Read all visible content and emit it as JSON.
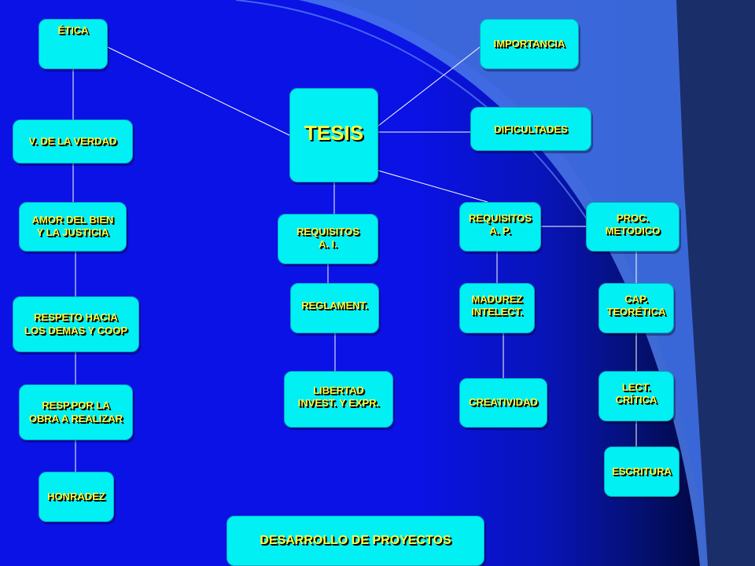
{
  "nodes": {
    "etica": "ÉTICA",
    "importancia": "IMPORTANCIA",
    "tesis": "TESIS",
    "dificultades": "DIFICULTADES",
    "verdad": "V. DE LA VERDAD",
    "amor": "AMOR DEL BIEN\nY LA JUSTICIA",
    "requisitos_ai": "REQUISITOS\nA. I.",
    "requisitos_ap": "REQUISITOS\nA. P.",
    "proc": "PROC.\nMETODICO",
    "respeto": "RESPETO HACIA\nLOS DEMAS Y COOP",
    "reglament": "REGLAMENT.",
    "madurez": "MADUREZ\nINTELECT.",
    "cap": "CAP.\nTEORÉTICA",
    "resp": "RESP.POR LA\nOBRA A REALIZAR",
    "libertad": "LIBERTAD\nINVEST. Y EXPR.",
    "creatividad": "CREATIVIDAD",
    "lect": "LECT.\nCRÍTICA",
    "escritura": "ESCRITURA",
    "honradez": "HONRADEZ"
  },
  "footer": "DESARROLLO DE PROYECTOS",
  "colors": {
    "node_fill": "#00f0f4",
    "label_text": "#ffff40",
    "background": "#0a12e6",
    "connector": "#ffffff",
    "decor_wave": "#5a8cf0"
  }
}
